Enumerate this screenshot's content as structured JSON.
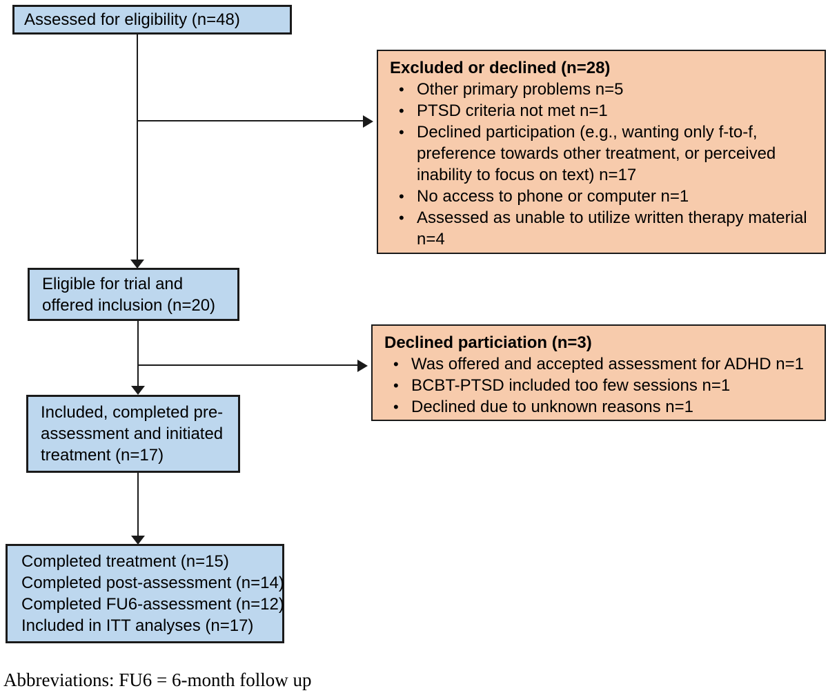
{
  "colors": {
    "box_blue": "#BDD7EE",
    "box_orange": "#F7CBAC",
    "line": "#1a1a1a"
  },
  "boxes": {
    "assessed": {
      "text": "Assessed for eligibility (n=48)"
    },
    "excluded": {
      "title": "Excluded or declined (n=28)",
      "bullet_char": "•",
      "bullets": [
        "Other primary problems n=5",
        "PTSD criteria not met n=1",
        "Declined participation (e.g., wanting only f-to-f, preference towards other  treatment, or perceived inability to focus on text) n=17",
        "No access to phone or computer n=1",
        "Assessed as unable to utilize written therapy material n=4"
      ]
    },
    "eligible": {
      "text": "Eligible for trial and offered inclusion (n=20)"
    },
    "declined": {
      "title": "Declined particiation (n=3)",
      "bullet_char": "•",
      "bullets": [
        "Was offered and accepted assessment for ADHD n=1",
        "BCBT-PTSD included too few sessions n=1",
        "Declined due to unknown reasons n=1"
      ]
    },
    "included": {
      "text": "Included, completed pre-assessment and initiated treatment (n=17)"
    },
    "completed": {
      "lines": [
        "Completed treatment (n=15)",
        "Completed post-assessment (n=14)",
        "Completed FU6-assessment (n=12)",
        "Included in ITT analyses (n=17)"
      ]
    }
  },
  "footnote": "Abbreviations: FU6 = 6-month follow up"
}
